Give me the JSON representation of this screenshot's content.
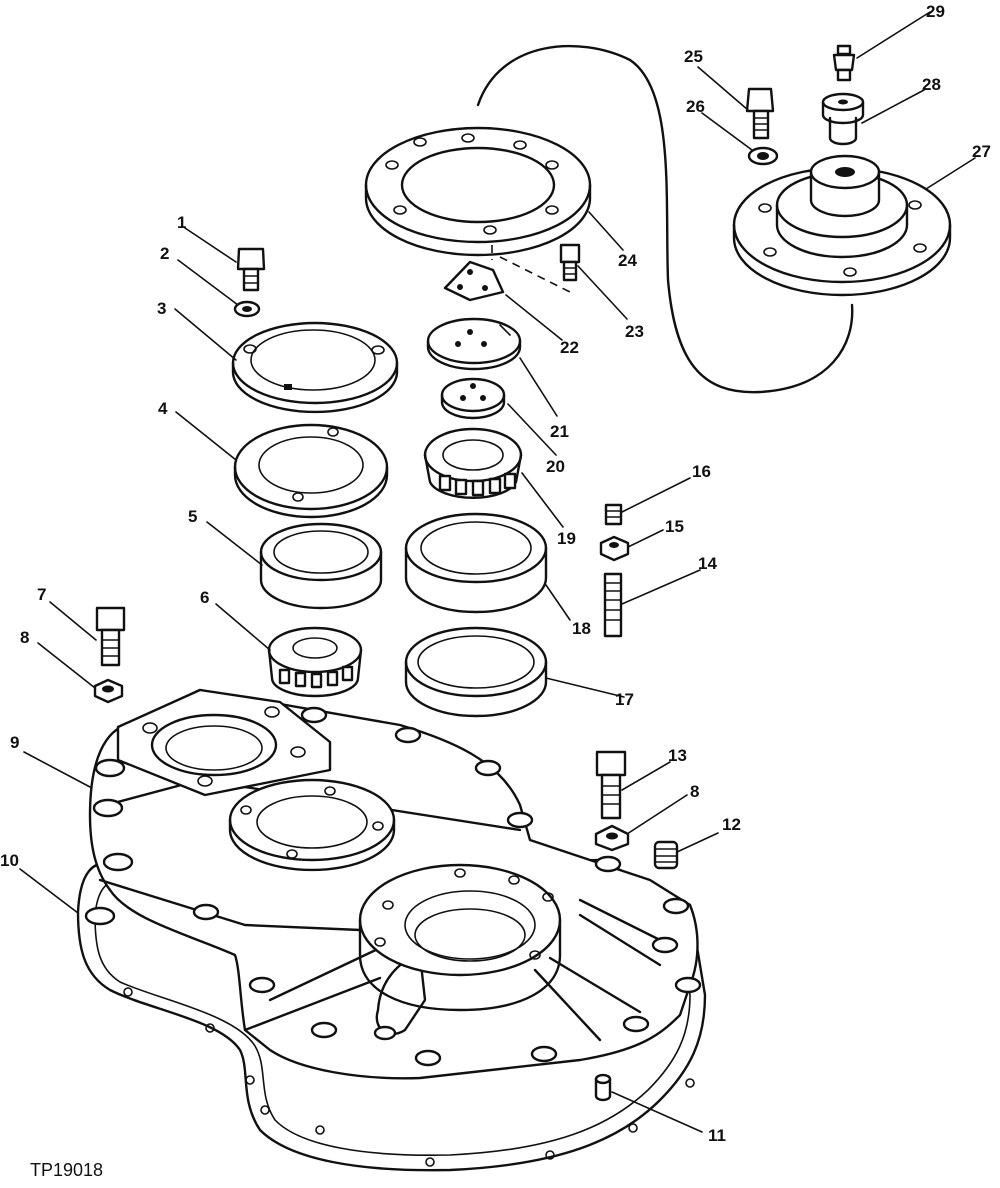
{
  "figure_id": "TP19018",
  "callouts": [
    "1",
    "2",
    "3",
    "4",
    "5",
    "6",
    "7",
    "8",
    "9",
    "10",
    "11",
    "12",
    "13",
    "14",
    "15",
    "16",
    "17",
    "18",
    "19",
    "20",
    "21",
    "22",
    "23",
    "24",
    "25",
    "26",
    "27",
    "28",
    "29"
  ],
  "second_8": "8"
}
